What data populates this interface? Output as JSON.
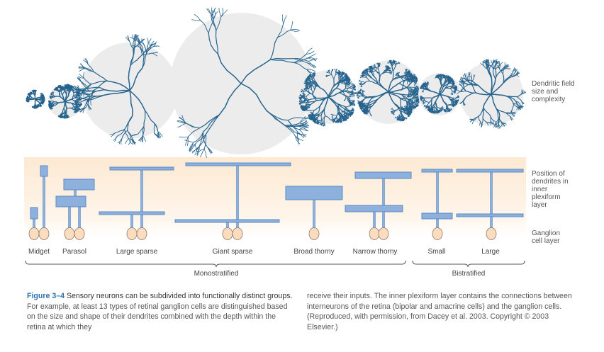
{
  "side_labels": {
    "dendritic": "Dendritic field size and complexity",
    "position": "Position of dendrites in inner plexiform layer",
    "ganglion": "Ganglion cell layer"
  },
  "cell_types": [
    "Midget",
    "Parasol",
    "Large sparse",
    "Giant sparse",
    "Broad thorny",
    "Narrow thorny",
    "Small",
    "Large"
  ],
  "groups": {
    "mono": "Monostratified",
    "bi": "Bistratified"
  },
  "caption": {
    "figure_label": "Figure 3–4",
    "lead": "Sensory neurons can be subdivided into functionally distinct groups.",
    "body_left": "For example, at least 13 types of retinal ganglion cells are distinguished based on the size and shape of their dendrites combined with the depth within the retina at which they",
    "body_right": "receive their inputs. The inner plexiform layer contains the connections between interneurons of the retina (bipolar and amacrine cells) and the ganglion cells. (Reproduced, with permission, from Dacey et al. 2003. Copyright © 2003 Elsevier.)"
  },
  "colors": {
    "dendrite": "#27648e",
    "field": "#ececec",
    "bar": "#8db0dc",
    "bar_edge": "#5b8cc6",
    "cell": "#fbdcbf",
    "band": "#fdf1e2"
  }
}
